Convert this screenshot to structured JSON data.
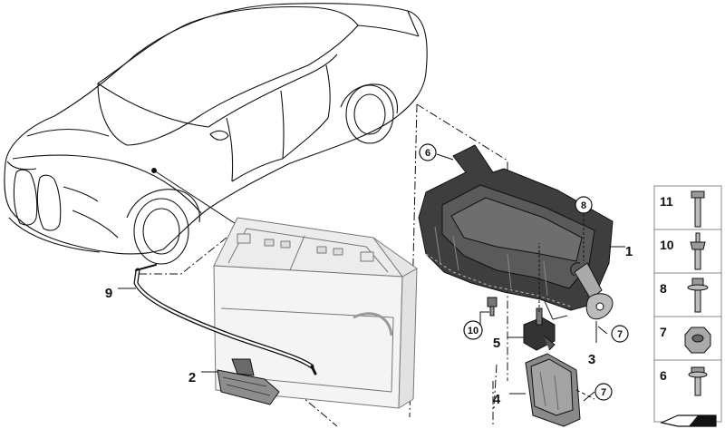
{
  "callouts": [
    {
      "id": "1",
      "label": "1",
      "circled": false
    },
    {
      "id": "2",
      "label": "2",
      "circled": false
    },
    {
      "id": "3",
      "label": "3",
      "circled": false
    },
    {
      "id": "4",
      "label": "4",
      "circled": false
    },
    {
      "id": "5",
      "label": "5",
      "circled": false
    },
    {
      "id": "6",
      "label": "6",
      "circled": true
    },
    {
      "id": "7a",
      "label": "7",
      "circled": true
    },
    {
      "id": "7b",
      "label": "7",
      "circled": true
    },
    {
      "id": "8",
      "label": "8",
      "circled": true
    },
    {
      "id": "9",
      "label": "9",
      "circled": false
    },
    {
      "id": "10",
      "label": "10",
      "circled": true
    }
  ],
  "parts_panel": [
    {
      "label": "11",
      "icon": "long-bolt-icon"
    },
    {
      "label": "10",
      "icon": "stud-bolt-icon"
    },
    {
      "label": "8",
      "icon": "flange-bolt-icon"
    },
    {
      "label": "7",
      "icon": "hex-nut-icon"
    },
    {
      "label": "6",
      "icon": "short-bolt-icon"
    }
  ],
  "colors": {
    "line": "#111111",
    "battery_fill": "#f2f2f2",
    "tray_fill": "#3a3a3a",
    "part_fill": "#9a9a9a",
    "panel_border": "#888888"
  }
}
